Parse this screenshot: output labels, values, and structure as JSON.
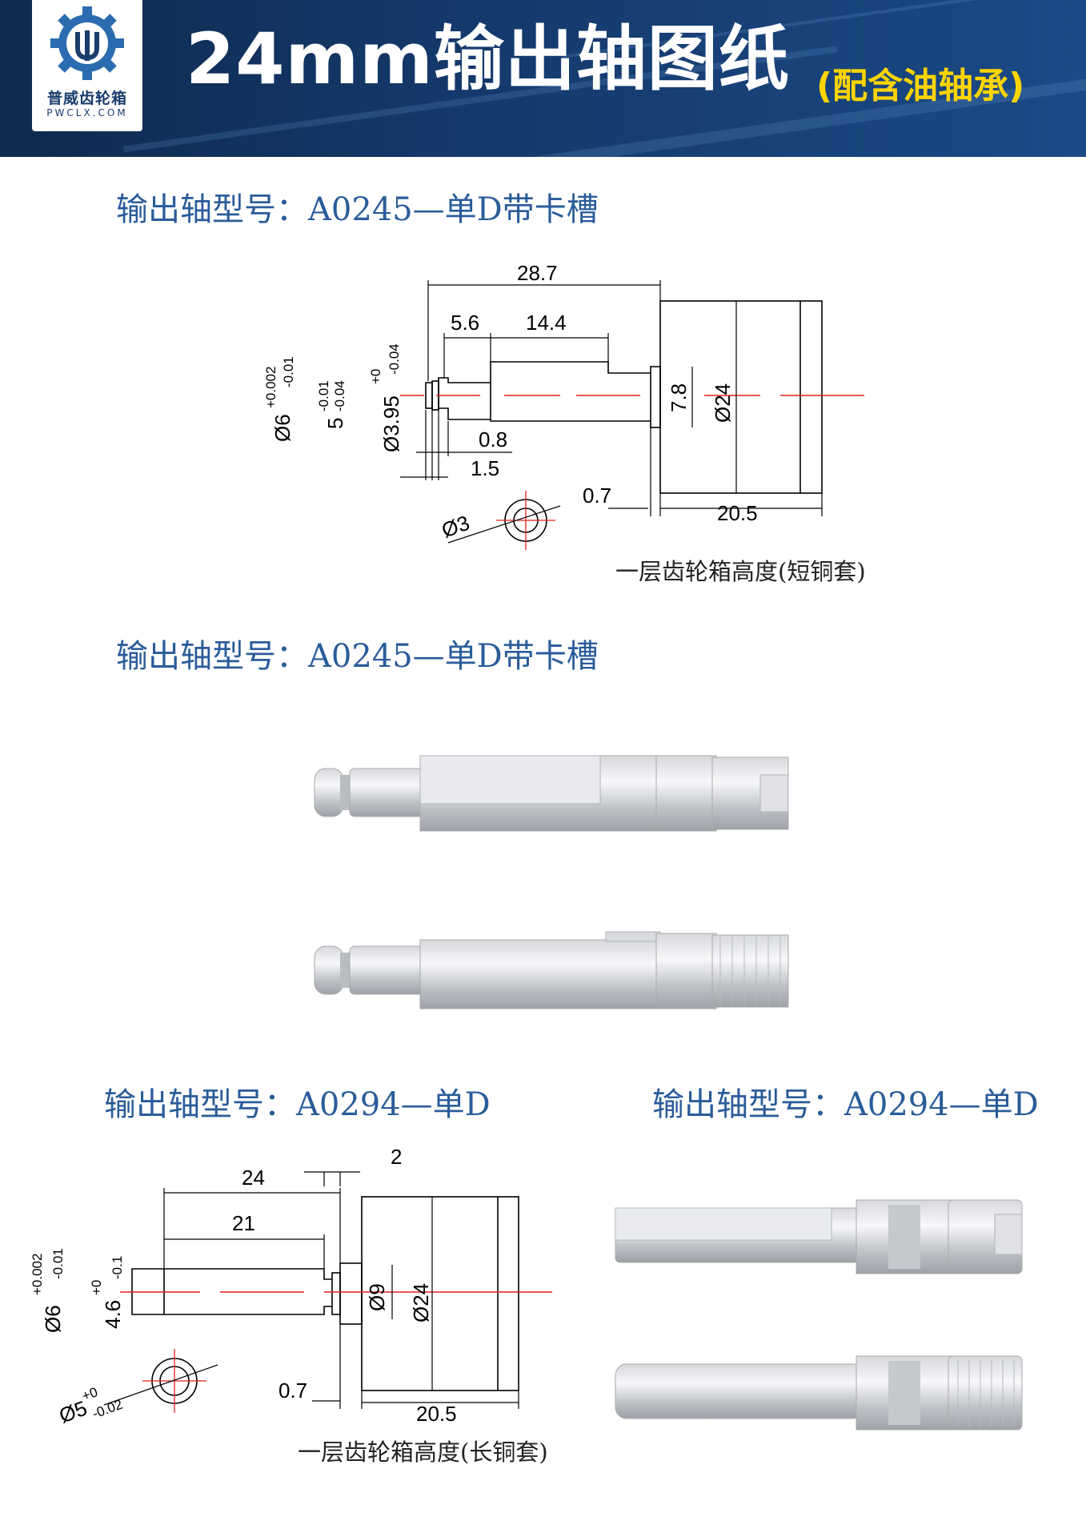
{
  "header": {
    "title": "24mm输出轴图纸",
    "subtitle": "(配含油轴承)",
    "logo_name": "普威齿轮箱",
    "logo_domain": "PWCLX.COM"
  },
  "section1": {
    "model_label": "输出轴型号：A0245—单D带卡槽",
    "dims": {
      "len_total": "28.7",
      "len_a": "5.6",
      "len_b": "14.4",
      "len_c": "0.8",
      "len_d": "1.5",
      "gap": "0.7",
      "housing_len": "20.5",
      "flat": "7.8",
      "dia_housing": "Ø24",
      "dia_shaft": "Ø6",
      "dia_shaft_tol_upper": "+0.002",
      "dia_shaft_tol_lower": "-0.01",
      "d_flat": "5",
      "d_flat_tol_upper": "-0.01",
      "d_flat_tol_lower": "-0.04",
      "groove": "Ø3.95",
      "groove_tol_upper": "+0",
      "groove_tol_lower": "-0.04",
      "end_dia": "Ø3"
    },
    "caption": "一层齿轮箱高度(短铜套)"
  },
  "section2": {
    "model_label": "输出轴型号：A0245—单D带卡槽"
  },
  "section3": {
    "model_label": "输出轴型号：A0294—单D",
    "dims": {
      "len_total": "24",
      "len_a": "21",
      "gap_top": "2",
      "gap": "0.7",
      "housing_len": "20.5",
      "dia_housing": "Ø24",
      "dia_mid": "Ø9",
      "dia_shaft": "Ø6",
      "dia_shaft_tol_upper": "+0.002",
      "dia_shaft_tol_lower": "-0.01",
      "d_flat": "4.6",
      "d_flat_tol_upper": "+0",
      "d_flat_tol_lower": "-0.1",
      "end_dia": "Ø5",
      "end_dia_tol_upper": "+0",
      "end_dia_tol_lower": "-0.02"
    },
    "caption": "一层齿轮箱高度(长铜套)"
  },
  "section4": {
    "model_label": "输出轴型号：A0294—单D"
  },
  "colors": {
    "header_bg": "#14386a",
    "title": "#ffffff",
    "subtitle": "#ffd400",
    "model_label": "#2a5c9a",
    "centerline": "#e0201b",
    "drawing": "#000000"
  }
}
